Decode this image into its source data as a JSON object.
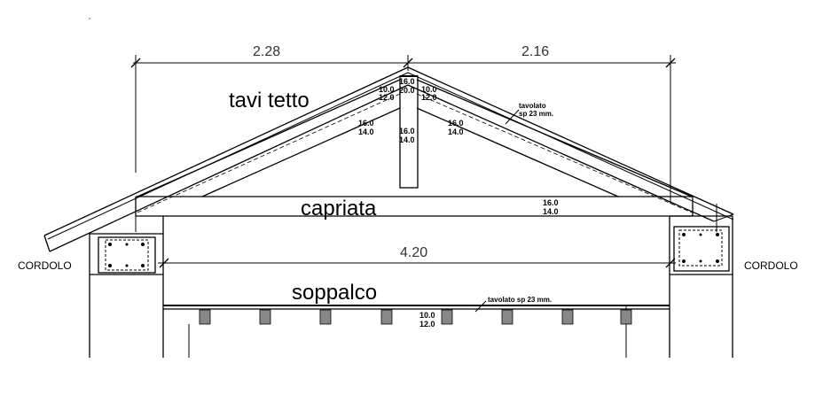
{
  "dimensions": {
    "left_span": "2.28",
    "right_span": "2.16",
    "inner_span": "4.20"
  },
  "labels": {
    "roof_joists": "tavi tetto",
    "truss": "capriata",
    "loft": "soppalco",
    "ring_beam_left": "CORDOLO",
    "ring_beam_right": "CORDOLO"
  },
  "notes": {
    "roof_boarding_line1": "tavolato",
    "roof_boarding_line2": "sp 23 mm.",
    "loft_boarding": "tavolato sp 23 mm."
  },
  "sections": {
    "ridge_top_1": "16.0",
    "ridge_top_2": "20.0",
    "king_post_1": "16.0",
    "king_post_2": "14.0",
    "ridge_left_1": "10.0",
    "ridge_left_2": "12.0",
    "ridge_right_1": "10.0",
    "ridge_right_2": "12.0",
    "rafter_left_1": "16.0",
    "rafter_left_2": "14.0",
    "rafter_right_1": "16.0",
    "rafter_right_2": "14.0",
    "tie_beam_1": "16.0",
    "tie_beam_2": "14.0",
    "joist_1": "10.0",
    "joist_2": "12.0"
  }
}
